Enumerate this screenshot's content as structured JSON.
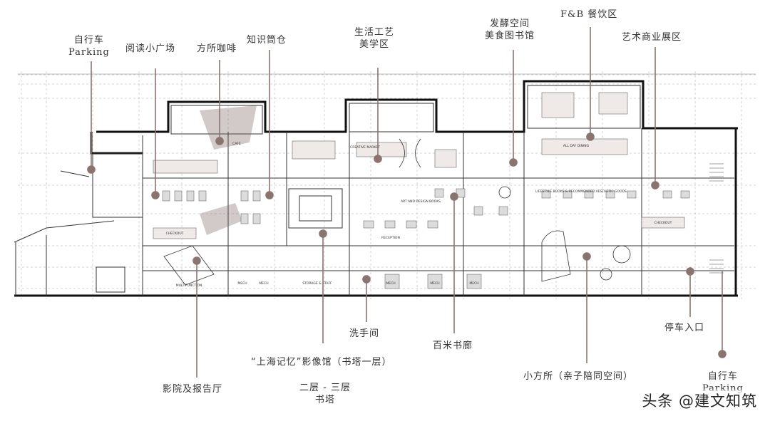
{
  "labels": {
    "bike_left_cn": "自行车",
    "bike_left_en": "Parking",
    "reading_plaza": "阅读小广场",
    "cafe": "方所咖啡",
    "knowledge_silo": "知识筒仓",
    "craft_1": "生活工艺",
    "craft_2": "美学区",
    "ferment_1": "发酵空间",
    "ferment_2": "美食图书馆",
    "fb_en": "F&B",
    "fb_cn": "餐饮区",
    "art_zone": "艺术商业展区",
    "toilet": "洗手间",
    "corridor": "百米书廊",
    "parking_entry": "停车入口",
    "memory_hall": "“上海记忆”影像馆（书塔一层）",
    "cinema": "影院及报告厅",
    "tower_1": "二层 - 三层",
    "tower_2": "书塔",
    "kids_space": "小方所（亲子陪同空间）",
    "bike_right_cn": "自行车",
    "bike_right_en": "Parking"
  },
  "plan_text": {
    "cafe": "CAFE",
    "creative_market": "CREATIVE MARKET",
    "all_day_dining": "ALL DAY DINING",
    "art_design_books": "ART AND DESIGN BOOKS",
    "lifestyle_books": "LIFESTYLE BOOKS & RECOMMENDED AESTHETIC GOODS",
    "checkout_left": "CHECKOUT",
    "checkout_right": "CHECKOUT",
    "reception": "RECEPTION",
    "mech_1": "MECH",
    "mech_2": "MECH",
    "mech_3": "MECH",
    "mech_4": "MECH",
    "mech_5": "MECH",
    "storage": "STORAGE & STAFF",
    "multifunction": "MULTIFUNCTION"
  },
  "watermark": "头条 @建文知筑",
  "colors": {
    "leader": "#8a7470",
    "wall": "#111111",
    "grid": "#9a9a9a"
  }
}
